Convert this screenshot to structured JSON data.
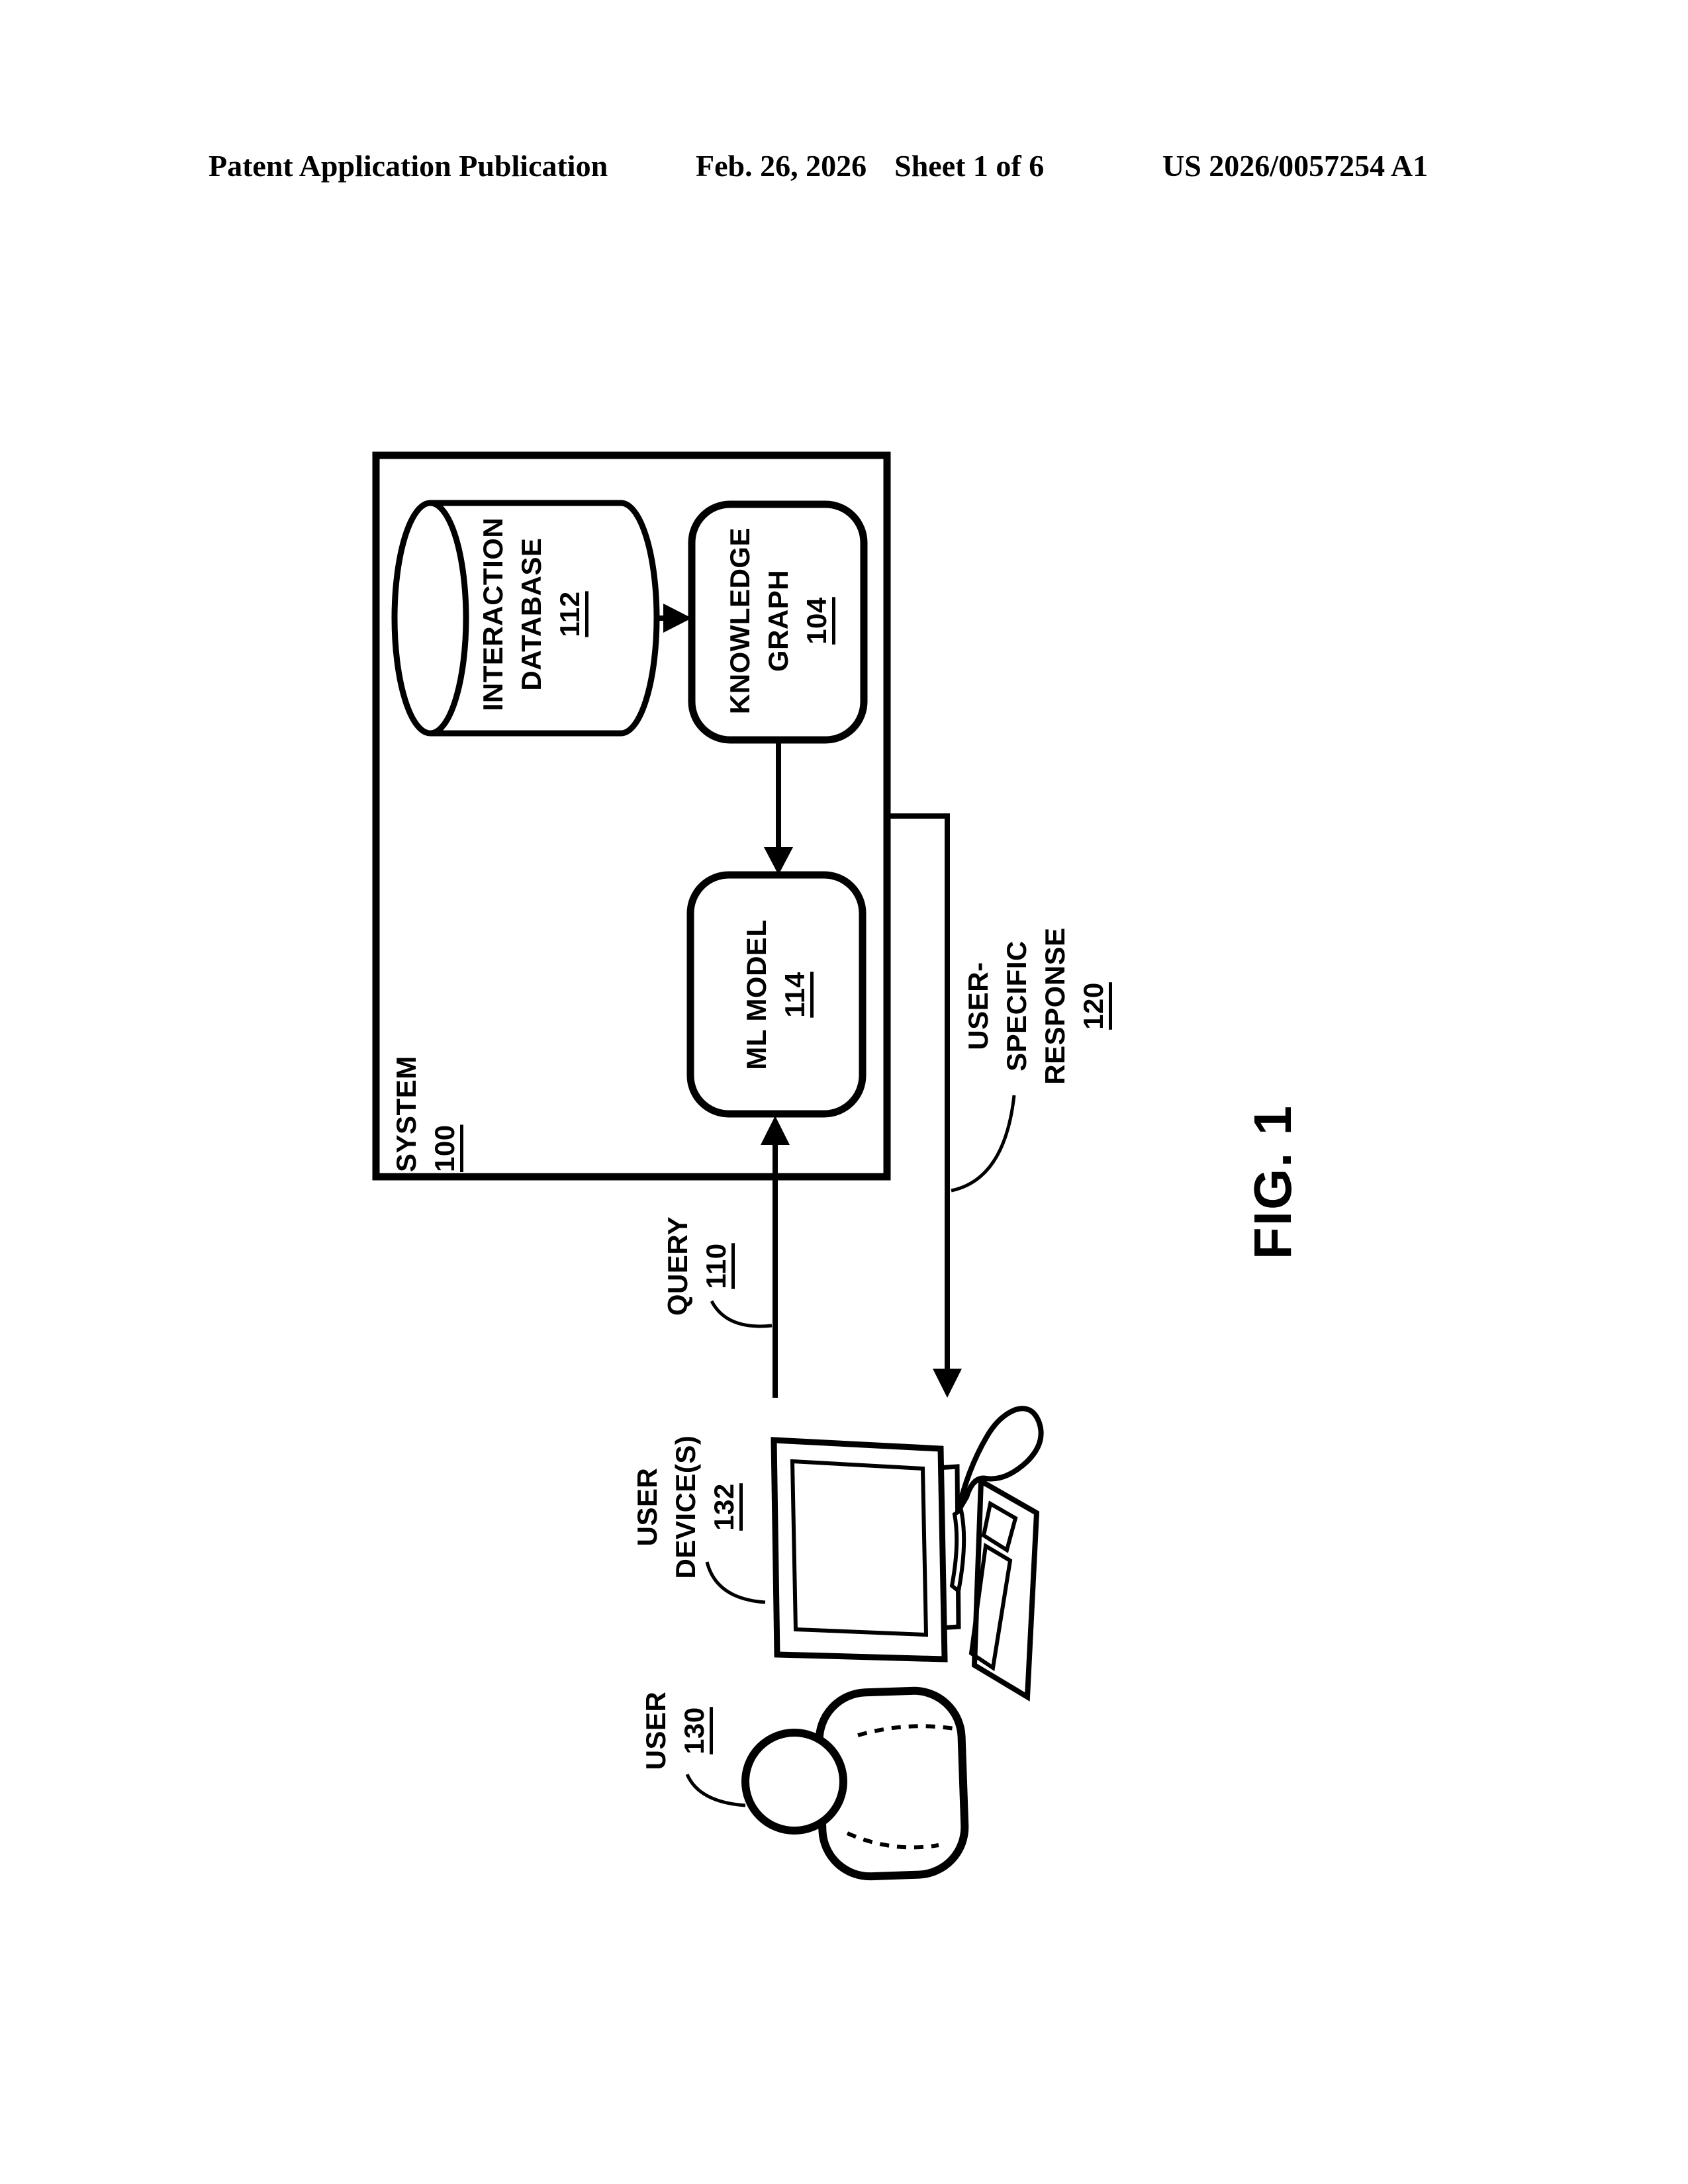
{
  "header": {
    "left": "Patent Application Publication",
    "date": "Feb. 26, 2026",
    "sheet": "Sheet 1 of 6",
    "doc_number": "US 2026/0057254 A1"
  },
  "figure": {
    "caption": "FIG. 1"
  },
  "labels": {
    "system": {
      "lines": [
        "SYSTEM"
      ],
      "ref": "100"
    },
    "interaction_database": {
      "lines": [
        "INTERACTION",
        "DATABASE"
      ],
      "ref": "112"
    },
    "knowledge_graph": {
      "lines": [
        "KNOWLEDGE",
        "GRAPH"
      ],
      "ref": "104"
    },
    "ml_model": {
      "lines": [
        "ML MODEL"
      ],
      "ref": "114"
    },
    "query": {
      "lines": [
        "QUERY"
      ],
      "ref": "110"
    },
    "user_specific_response": {
      "lines": [
        "USER-",
        "SPECIFIC",
        "RESPONSE"
      ],
      "ref": "120"
    },
    "user_devices": {
      "lines": [
        "USER",
        "DEVICE(S)"
      ],
      "ref": "132"
    },
    "user": {
      "lines": [
        "USER"
      ],
      "ref": "130"
    }
  },
  "colors": {
    "ink": "#000000",
    "paper": "#ffffff"
  }
}
